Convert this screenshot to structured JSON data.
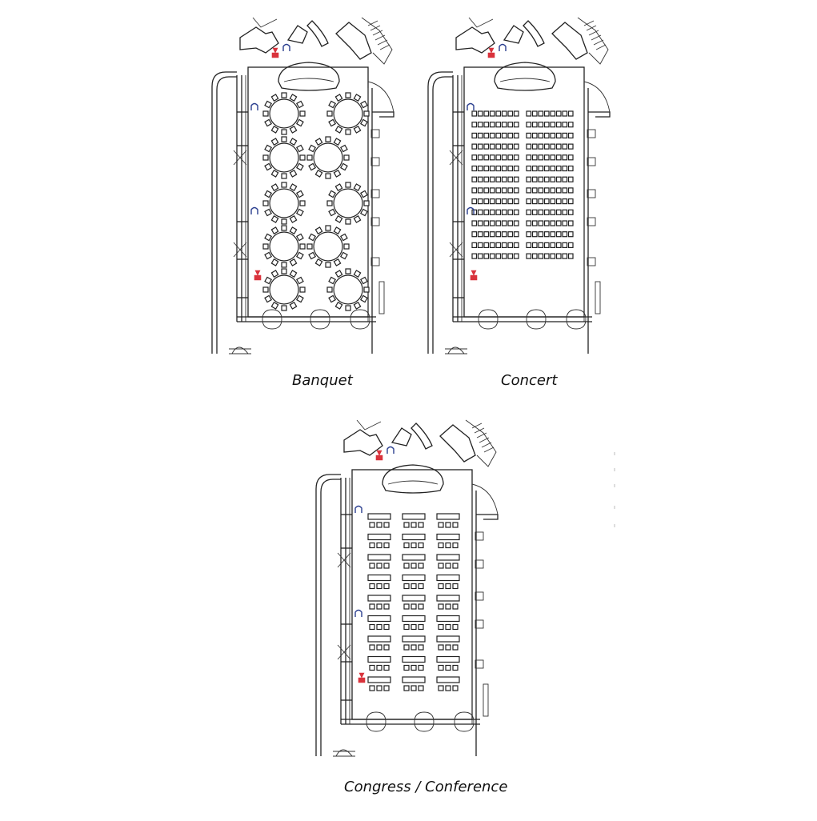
{
  "plans": [
    {
      "id": "banquet",
      "caption": "Banquet",
      "layout": "banquet"
    },
    {
      "id": "concert",
      "caption": "Concert",
      "layout": "concert"
    },
    {
      "id": "congress",
      "caption": "Congress / Conference",
      "layout": "classroom"
    }
  ],
  "colors": {
    "primary_marker": "#d9333c",
    "secondary_marker": "#2b3f8f",
    "line": "#222222"
  },
  "icons": {
    "primary_marker": "fire-extinguisher-icon",
    "secondary_marker": "hose-reel-icon"
  },
  "banquet": {
    "round_tables": 10,
    "chairs_per_table": 12,
    "columns": 2,
    "rows": 5
  },
  "concert": {
    "seat_blocks": 2,
    "seat_rows": 14,
    "seats_per_row_per_block": 8
  },
  "classroom": {
    "table_columns": 3,
    "table_rows": 9,
    "chairs_per_table": 3
  }
}
